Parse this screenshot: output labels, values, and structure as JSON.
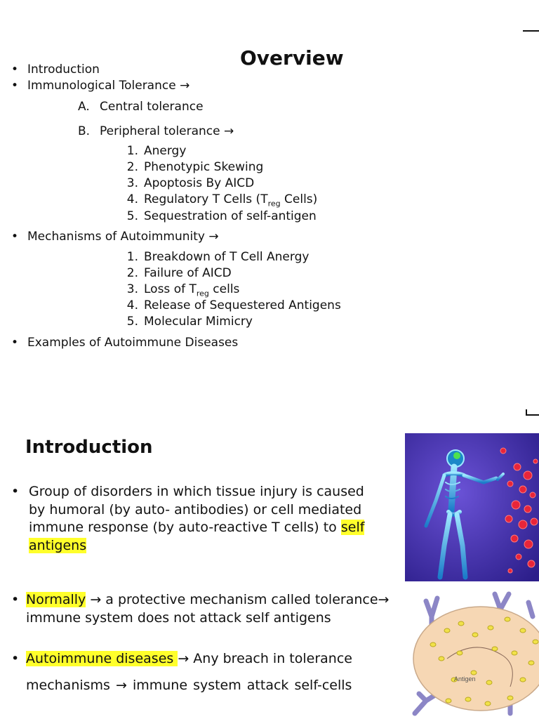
{
  "overview": {
    "title": "Overview",
    "items": [
      {
        "bullet": "•",
        "text": "Introduction"
      },
      {
        "bullet": "•",
        "text": "Immunological Tolerance →"
      },
      {
        "letter": "A.",
        "text": "Central tolerance"
      },
      {
        "letter": "B.",
        "text": "Peripheral tolerance →"
      },
      {
        "num": "1.",
        "text": "Anergy"
      },
      {
        "num": "2.",
        "text": "Phenotypic Skewing"
      },
      {
        "num": "3.",
        "text": "Apoptosis By AICD"
      },
      {
        "num": "4.",
        "text_a": "Regulatory T Cells (T",
        "sub": "reg",
        "text_b": " Cells)"
      },
      {
        "num": "5.",
        "text": "Sequestration of self-antigen"
      },
      {
        "bullet": "•",
        "text": "Mechanisms of Autoimmunity →"
      },
      {
        "num": "1.",
        "text": "Breakdown of T Cell Anergy"
      },
      {
        "num": "2.",
        "text": "Failure of AICD"
      },
      {
        "num": "3.",
        "text_a": "Loss of T",
        "sub": "reg",
        "text_b": " cells"
      },
      {
        "num": "4.",
        "text": "Release of Sequestered Antigens"
      },
      {
        "num": "5.",
        "text": "Molecular Mimicry"
      },
      {
        "bullet": "•",
        "text": "Examples of  Autoimmune Diseases"
      }
    ]
  },
  "introduction": {
    "title": "Introduction",
    "bullet": "•",
    "p1_text": "Group of disorders in  which tissue injury is caused by humoral (by auto-  antibodies) or cell mediated immune response (by  auto-reactive T cells) to ",
    "p1_highlight": "self antigens",
    "p2_highlight": "Normally",
    "p2_text": " → a protective mechanism called tolerance→  immune system does not attack  self antigens",
    "p3_highlight": "Autoimmune diseases  ",
    "p3_text": " → Any breach in tolerance",
    "p3_cont": "mechanisms  →  immune  system  attack self-cells"
  },
  "figure": {
    "antigen_label": "Antigen"
  },
  "colors": {
    "highlight": "#ffff2b",
    "figure_bg": "#4b36b8",
    "cell_fill": "#f6d7b4",
    "antibody": "#8c86c6",
    "antigen_dot": "#f2e24a"
  }
}
